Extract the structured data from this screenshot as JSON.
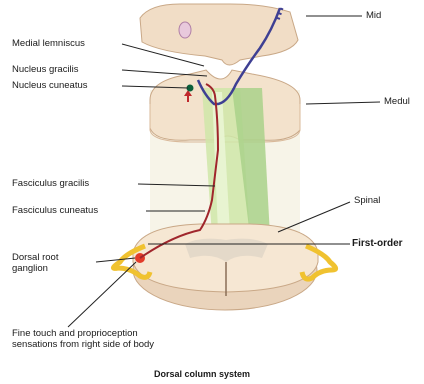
{
  "labels": {
    "medial_lemniscus": "Medial lemniscus",
    "nucleus_gracilis": "Nucleus gracilis",
    "nucleus_cuneatus": "Nucleus cuneatus",
    "fasciculus_gracilis": "Fasciculus gracilis",
    "fasciculus_cuneatus": "Fasciculus cuneatus",
    "dorsal_root_ganglion_line1": "Dorsal root",
    "dorsal_root_ganglion_line2": "ganglion",
    "sensation_line1": "Fine touch and proprioception",
    "sensation_line2": "sensations from right side of body",
    "mid": "Mid",
    "medul": "Medul",
    "spinal": "Spinal",
    "first_order": "First-order"
  },
  "caption": "Dorsal column system"
}
